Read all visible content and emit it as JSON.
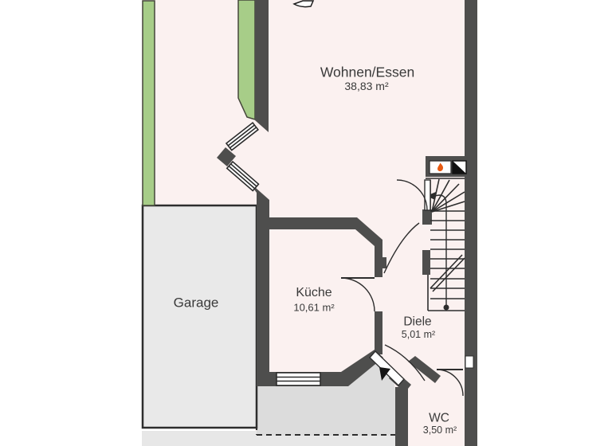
{
  "rooms": [
    {
      "id": "wohnen-essen",
      "name": "Wohnen/Essen",
      "area": "38,83 m²"
    },
    {
      "id": "garage",
      "name": "Garage",
      "area": ""
    },
    {
      "id": "kueche",
      "name": "Küche",
      "area": "10,61 m²"
    },
    {
      "id": "diele",
      "name": "Diele",
      "area": "5,01 m²"
    },
    {
      "id": "wc",
      "name": "WC",
      "area": "3,50 m²"
    }
  ],
  "icons": [
    "fireplace-icon",
    "chimney-icon",
    "entrance-arrow-icon",
    "stair-walking-line"
  ],
  "colors": {
    "wall": "#4e4e4d",
    "room_fill": "#fbf1f0",
    "garden_green": "#a7cd88",
    "green_outline": "#45463a",
    "garage_fill": "#e9e9e9",
    "porch_fill": "#dcdcdc",
    "driveway_fill": "#e7e7e7",
    "line": "#2d2d2d",
    "flame": "#e85a12",
    "text": "#3a3a3a"
  }
}
